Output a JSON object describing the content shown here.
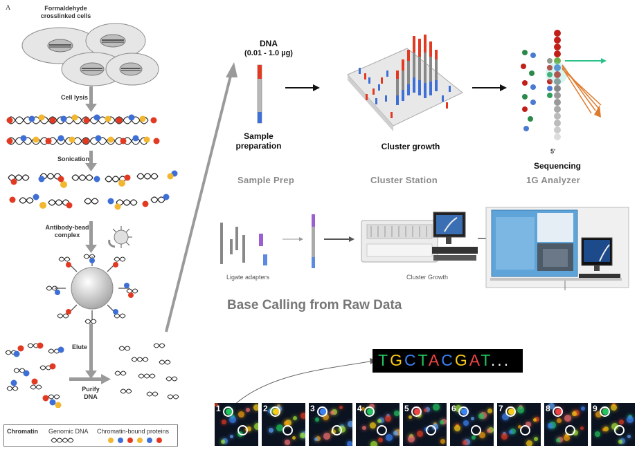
{
  "panel_a": {
    "letter": "A",
    "formaldehyde": "Formaldehyde crosslinked cells",
    "cell_lysis": "Cell lysis",
    "sonication": "Sonication",
    "antibody": "Antibody-bead complex",
    "elute": "Elute",
    "purify": "Purify DNA",
    "legend": {
      "chromatin": "Chromatin",
      "genomic": "Genomic DNA",
      "proteins": "Chromatin-bound proteins"
    }
  },
  "top_workflow": {
    "dna": "DNA",
    "dna_amount": "(0.01 - 1.0 µg)",
    "sample_prep_caption": "Sample preparation",
    "cluster_growth_caption": "Cluster growth",
    "five_prime": "5'",
    "sequencing_caption": "Sequencing",
    "section_sample_prep": "Sample Prep",
    "section_cluster_station": "Cluster Station",
    "section_analyzer": "1G Analyzer"
  },
  "middle": {
    "ligate": "Ligate adapters",
    "cluster_growth": "Cluster Growth"
  },
  "base_calling": {
    "title": "Base Calling from Raw Data",
    "sequence_letters": [
      "T",
      "G",
      "C",
      "T",
      "A",
      "C",
      "G",
      "A",
      "T"
    ],
    "sequence_suffix": "...",
    "letter_colors": {
      "T": "#22c55e",
      "G": "#facc15",
      "C": "#3b82f6",
      "A": "#ef4444"
    },
    "tiles": [
      "1",
      "2",
      "3",
      "4",
      "5",
      "6",
      "7",
      "8",
      "9"
    ]
  },
  "colors": {
    "arrow_gray": "#9a9a9a",
    "dna_red": "#e23a22",
    "dna_blue": "#3d6fd6",
    "protein_yellow": "#f2b72f",
    "cell_fill": "#e6e6e6",
    "instrument_blue": "#4a90c9"
  }
}
